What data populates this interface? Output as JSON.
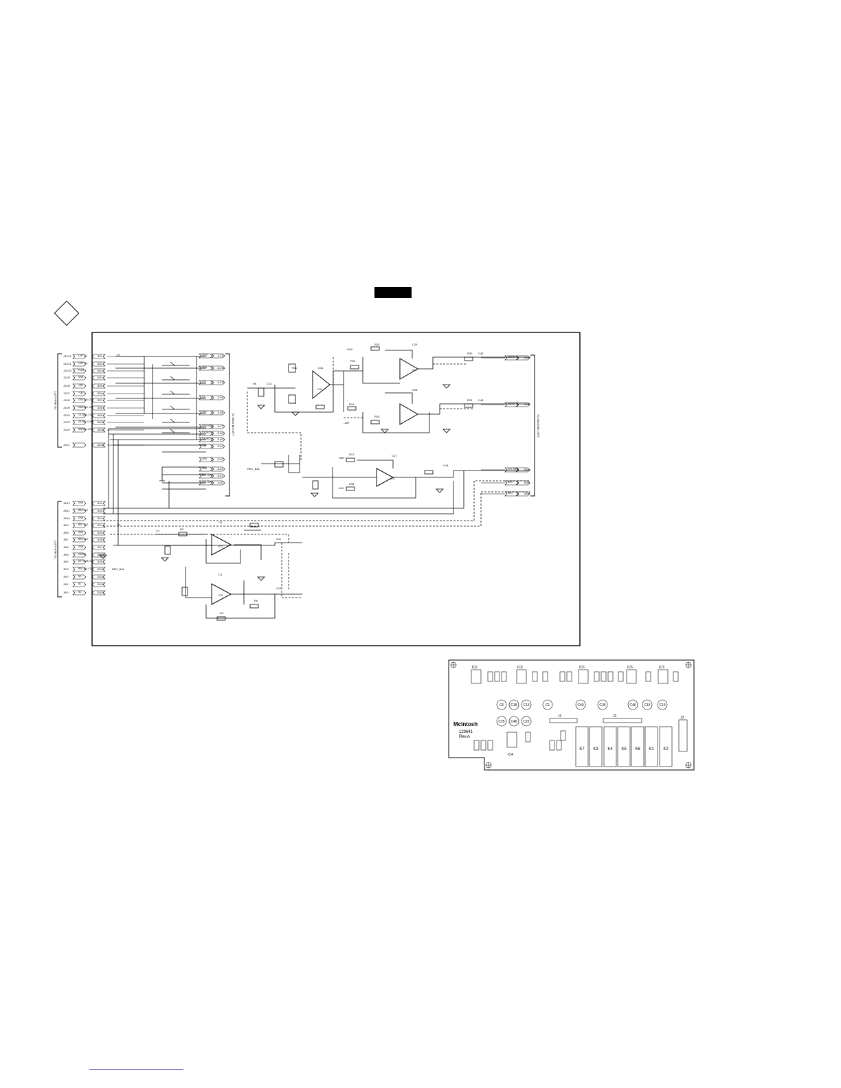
{
  "schematic": {
    "side_labels": [
      "TO MAIN LEFT",
      "TO MAIN LEFT",
      "TO MAIN BD LEFT",
      "TO MAIN BD LEFT"
    ],
    "upper_left_connectors": [
      {
        "ref": "J12/11",
        "name": "LEFT L/L",
        "pin": "J32/1"
      },
      {
        "ref": "J12/11",
        "name": "LEFT R/L",
        "pin": "J32/2"
      },
      {
        "ref": "J12/10",
        "name": "FLAG",
        "pin": "J32/3"
      },
      {
        "ref": "J12/9",
        "name": "GND",
        "pin": "J32/4"
      },
      {
        "ref": "J12/8",
        "name": "-18V",
        "pin": "J32/5"
      },
      {
        "ref": "J12/7",
        "name": "+18V",
        "pin": "J32/6"
      },
      {
        "ref": "J12/6",
        "name": "CEN LEB CONTROL",
        "pin": "J32/7"
      },
      {
        "ref": "J12/5",
        "name": "CEN REC CONTROL",
        "pin": "J32/8"
      },
      {
        "ref": "J12/4",
        "name": "CS LEBC CONTROL",
        "pin": "J32/9"
      },
      {
        "ref": "J12/3",
        "name": "CS REC CONTROL",
        "pin": "J32/10"
      },
      {
        "ref": "J12/2",
        "name": "SW REC CONTROL",
        "pin": "J32/11"
      },
      {
        "ref": "J12/1",
        "name": "",
        "pin": "J32/12"
      }
    ],
    "mid_connectors": [
      {
        "name": "CEN+",
        "ref": "J11/12"
      },
      {
        "name": "CEN-",
        "ref": "J11/11"
      },
      {
        "name": "CS+",
        "ref": "J11/10"
      },
      {
        "name": "CS-",
        "ref": "J11/9"
      },
      {
        "name": "SW+",
        "ref": "J11/8"
      },
      {
        "name": "CEN REC CONTROL",
        "ref": "J11/7"
      },
      {
        "name": "CS REC CONTROL",
        "ref": "J11/6"
      },
      {
        "name": "SW REC CONTROL",
        "ref": "J11/5"
      },
      {
        "name": "-18V",
        "ref": "J11/4"
      },
      {
        "name": "GND",
        "ref": "J11/3"
      },
      {
        "name": "GND",
        "ref": "J11/2"
      },
      {
        "name": "EXT TAPE IN",
        "ref": "J11/1"
      },
      {
        "name": "EXT TAPE OUT",
        "ref": "J11/0"
      }
    ],
    "lower_left_connectors": [
      {
        "ref": "J9/12",
        "name": "GND",
        "pin": "J31/1"
      },
      {
        "ref": "J9/11",
        "name": "REC OUT",
        "pin": "J31/2"
      },
      {
        "ref": "J9/10",
        "name": "GND",
        "pin": "J31/3"
      },
      {
        "ref": "J9/9",
        "name": "REC OUT",
        "pin": "J31/4"
      },
      {
        "ref": "J9/8",
        "name": "GND",
        "pin": "J31/5"
      },
      {
        "ref": "J9/7",
        "name": "REC OUT",
        "pin": "J31/6"
      },
      {
        "ref": "J9/6",
        "name": "GND",
        "pin": "J31/7"
      },
      {
        "ref": "J9/5",
        "name": "CS/SW",
        "pin": "J31/8"
      },
      {
        "ref": "J9/4",
        "name": "EXT TAPE CONTROL",
        "pin": "J31/9"
      },
      {
        "ref": "J9/3",
        "name": "REC BAL CONTROL",
        "pin": "J31/10"
      },
      {
        "ref": "J9/2",
        "name": "NC",
        "pin": "J31/11"
      },
      {
        "ref": "J9/1",
        "name": "NC",
        "pin": "J31/12"
      },
      {
        "ref": "J9/0",
        "name": "NC",
        "pin": "J31/13"
      }
    ],
    "right_connectors": [
      {
        "name": "AUDIO+",
        "ref": "J50/1"
      },
      {
        "name": "AUDIO-",
        "ref": "J50/2"
      },
      {
        "name": "EXT TAPE OUT",
        "ref": "J50/3"
      },
      {
        "name": "REC+",
        "ref": "J50/4"
      },
      {
        "name": "REC-",
        "ref": "J50/5"
      }
    ],
    "component_labels": [
      {
        "t": "R23",
        "c": "r23"
      },
      {
        "t": "C29",
        "c": "c29"
      },
      {
        "t": "IC4",
        "c": "ic4a"
      },
      {
        "t": "R22",
        "c": "r22"
      },
      {
        "t": "R11",
        "c": "r11"
      },
      {
        "t": "C31",
        "c": "c31"
      },
      {
        "t": "IC5",
        "c": "ic5"
      },
      {
        "t": "R8",
        "c": "r8"
      },
      {
        "t": "C14",
        "c": "c14"
      },
      {
        "t": "R30",
        "c": "r30"
      },
      {
        "t": "C45",
        "c": "c45"
      },
      {
        "t": "R29",
        "c": "r29"
      },
      {
        "t": "C48",
        "c": "c48"
      },
      {
        "t": "C28",
        "c": "c28"
      },
      {
        "t": "R25",
        "c": "r25"
      },
      {
        "t": "R10",
        "c": "r10"
      },
      {
        "t": "R17",
        "c": "r17"
      },
      {
        "t": "C27",
        "c": "c27"
      },
      {
        "t": "IC6",
        "c": "ic6"
      },
      {
        "t": "R18",
        "c": "r18"
      },
      {
        "t": "C44",
        "c": "c44"
      },
      {
        "t": "REC_BAL",
        "c": "recbal"
      },
      {
        "t": "C1",
        "c": "c1"
      },
      {
        "t": "R2",
        "c": "r2"
      },
      {
        "t": "C4",
        "c": "c4"
      },
      {
        "t": "IC1",
        "c": "ic1"
      },
      {
        "t": "C11",
        "c": "c11"
      },
      {
        "t": "C3",
        "c": "c3"
      },
      {
        "t": "IC2",
        "c": "ic2"
      },
      {
        "t": "R4",
        "c": "r4"
      },
      {
        "t": "R6",
        "c": "r6"
      },
      {
        "t": "C12",
        "c": "c12"
      },
      {
        "t": "REC_BAL",
        "c": "recbal2"
      },
      {
        "t": "+18V",
        "c": "p18a"
      },
      {
        "t": "-18V",
        "c": "m18a"
      },
      {
        "t": "+18V",
        "c": "p18b"
      },
      {
        "t": "-18V",
        "c": "m18b"
      },
      {
        "t": "0V",
        "c": "z1"
      },
      {
        "t": "0V",
        "c": "z2"
      }
    ]
  },
  "pcb": {
    "brand": "McIntosh",
    "part_number": "129641",
    "revision": "Rev.A",
    "parts": [
      "IC2",
      "IC3",
      "IC6",
      "IC5",
      "IC3",
      "C6",
      "C18",
      "C13",
      "C1",
      "C49",
      "C35",
      "C46",
      "C16",
      "C19",
      "C25",
      "C46",
      "C22",
      "J1",
      "J2",
      "J3",
      "IC4",
      "K7",
      "K3",
      "K4",
      "K5",
      "K6",
      "K1",
      "K2"
    ]
  }
}
